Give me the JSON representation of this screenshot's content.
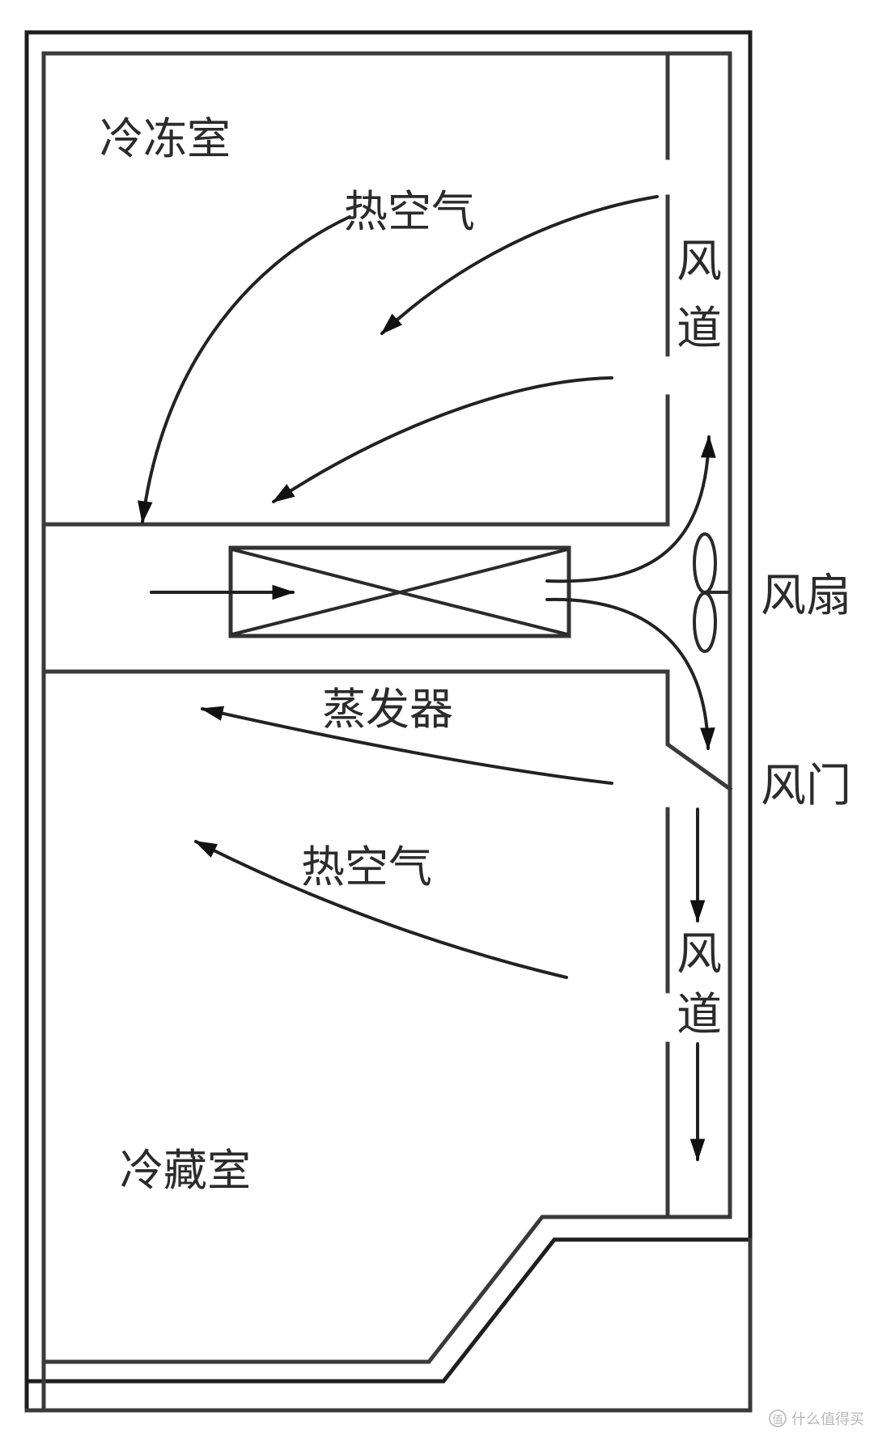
{
  "diagram": {
    "type": "refrigerator-airflow-schematic",
    "labels": {
      "freezer": "冷冻室",
      "refrigerator": "冷藏室",
      "hot_air_upper": "热空气",
      "hot_air_lower": "热空气",
      "evaporator": "蒸发器",
      "fan": "风扇",
      "damper": "风门",
      "duct_upper": [
        "风",
        "道"
      ],
      "duct_lower": [
        "风",
        "道"
      ]
    },
    "colors": {
      "line": "#2b2b2b",
      "background": "#ffffff"
    }
  },
  "watermark": {
    "badge": "值",
    "text": "什么值得买"
  }
}
